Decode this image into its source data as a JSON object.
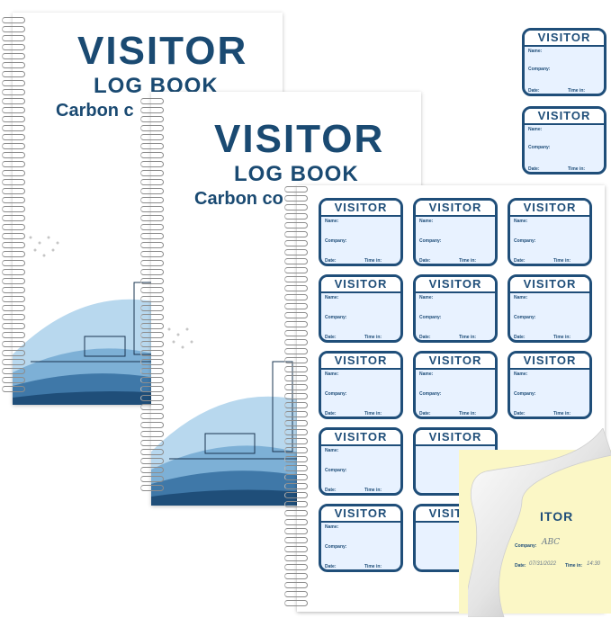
{
  "product": {
    "title": "VISITOR",
    "subtitle": "LOG BOOK",
    "carbon_text": "Carbon c",
    "carbon_text_2": "Carbon co"
  },
  "badge": {
    "header": "VISITOR",
    "name_label": "Name:",
    "company_label": "Company:",
    "date_label": "Date:",
    "time_label": "Time in:"
  },
  "carbon_copy": {
    "header": "ITOR",
    "company_value": "ABC",
    "date_value": "07/31/2022",
    "time_value": "14:30"
  },
  "colors": {
    "navy": "#1a4a72",
    "badge_fill": "#e8f2ff",
    "carbon_yellow": "#fbf7c6",
    "wave_light": "#9ec7e3",
    "wave_mid": "#5b95c2",
    "wave_dark": "#1f4e79"
  }
}
